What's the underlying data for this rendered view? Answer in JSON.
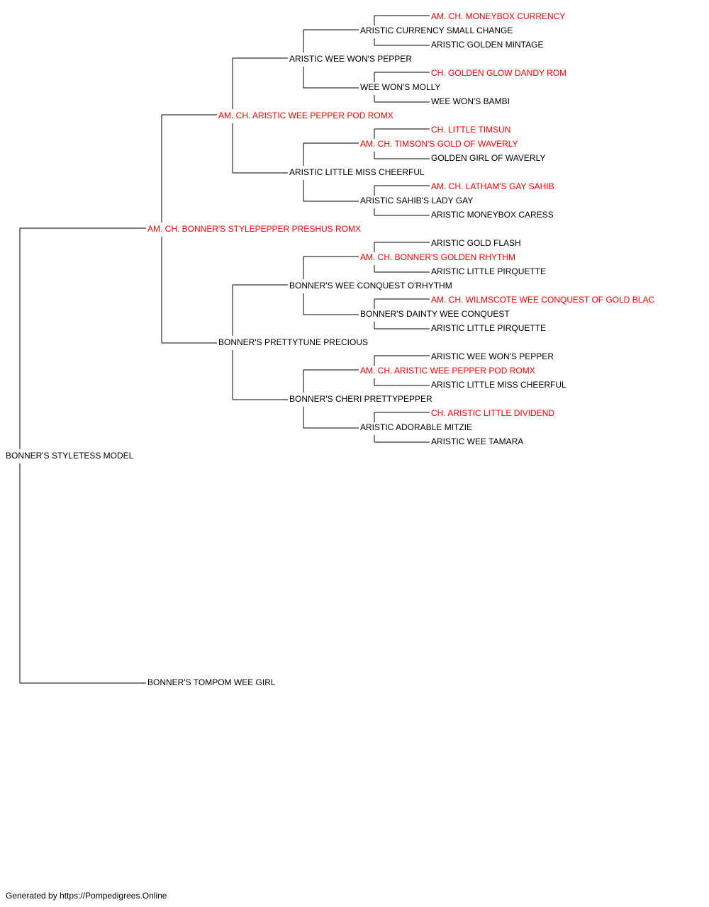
{
  "colors": {
    "champion": "#ff0000",
    "normal": "#000000",
    "line": "#000000"
  },
  "pedigree": {
    "subject": {
      "name": "BONNER'S STYLETESS MODEL",
      "champion": false
    },
    "sire": {
      "name": "AM. CH. BONNER'S STYLEPEPPER PRESHUS ROMX",
      "champion": true
    },
    "dam": {
      "name": "BONNER'S TOMPOM WEE GIRL",
      "champion": false
    },
    "sire_sire": {
      "name": "AM. CH. ARISTIC WEE PEPPER POD ROMX",
      "champion": true
    },
    "sire_dam": {
      "name": "BONNER'S PRETTYTUNE PRECIOUS",
      "champion": false
    },
    "sss": {
      "name": "ARISTIC WEE WON'S PEPPER",
      "champion": false
    },
    "ssd": {
      "name": "ARISTIC LITTLE MISS CHEERFUL",
      "champion": false
    },
    "sds": {
      "name": "BONNER'S WEE CONQUEST O'RHYTHM",
      "champion": false
    },
    "sdd": {
      "name": "BONNER'S CHERI PRETTYPEPPER",
      "champion": false
    },
    "ssss": {
      "name": "ARISTIC CURRENCY SMALL CHANGE",
      "champion": false
    },
    "sssd": {
      "name": "WEE WON'S MOLLY",
      "champion": false
    },
    "ssds": {
      "name": "AM. CH. TIMSON'S GOLD OF WAVERLY",
      "champion": true
    },
    "ssdd": {
      "name": "ARISTIC SAHIB'S LADY GAY",
      "champion": false
    },
    "sdss": {
      "name": "AM. CH. BONNER'S GOLDEN RHYTHM",
      "champion": true
    },
    "sdsd": {
      "name": "BONNER'S DAINTY WEE CONQUEST",
      "champion": false
    },
    "sdds": {
      "name": "AM. CH. ARISTIC WEE PEPPER POD ROMX",
      "champion": true
    },
    "sddd": {
      "name": "ARISTIC ADORABLE MITZIE",
      "champion": false
    },
    "sssss": {
      "name": "AM. CH. MONEYBOX CURRENCY",
      "champion": true
    },
    "ssssd": {
      "name": "ARISTIC GOLDEN MINTAGE",
      "champion": false
    },
    "sssds": {
      "name": "CH. GOLDEN GLOW DANDY ROM",
      "champion": true
    },
    "sssdd": {
      "name": "WEE WON'S BAMBI",
      "champion": false
    },
    "ssdss": {
      "name": "CH. LITTLE TIMSUN",
      "champion": true
    },
    "ssdsd": {
      "name": "GOLDEN GIRL OF WAVERLY",
      "champion": false
    },
    "ssdds": {
      "name": "AM. CH. LATHAM'S GAY SAHIB",
      "champion": true
    },
    "ssddd": {
      "name": "ARISTIC MONEYBOX CARESS",
      "champion": false
    },
    "sdsss": {
      "name": "ARISTIC GOLD FLASH",
      "champion": false
    },
    "sdssd": {
      "name": "ARISTIC LITTLE PIRQUETTE",
      "champion": false
    },
    "sdsds": {
      "name": "AM. CH. WILMSCOTE WEE CONQUEST OF GOLD BLAC",
      "champion": true
    },
    "sdsdd": {
      "name": "ARISTIC LITTLE PIRQUETTE",
      "champion": false
    },
    "sddss": {
      "name": "ARISTIC WEE WON'S PEPPER",
      "champion": false
    },
    "sddsd": {
      "name": "ARISTIC LITTLE MISS CHEERFUL",
      "champion": false
    },
    "sddds": {
      "name": "CH. ARISTIC LITTLE DIVIDEND",
      "champion": true
    },
    "sdddd": {
      "name": "ARISTIC WEE TAMARA",
      "champion": false
    }
  },
  "footer": "Generated by https://Pompedigrees.Online"
}
